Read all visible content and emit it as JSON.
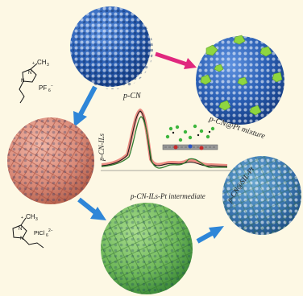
{
  "labels": {
    "pcn": "p-CN",
    "pcn_pt_mixture": "p-CN@Pt mixture",
    "pcn_ils": "p-CN-ILs",
    "pcn_ils_pt_intermediate": "p-CN-ILs-Pt intermediate",
    "pcn_sil_pt": "p-CN@SIL-Pt"
  },
  "molecules": {
    "top": {
      "cation_methyl": "CH",
      "cation_methyl_sub": "3",
      "cation_charge": "+",
      "nitrogen_1": "N",
      "nitrogen_2": "N",
      "anion": "PF",
      "anion_sub": "6",
      "anion_charge": "−"
    },
    "bottom": {
      "cation_methyl": "CH",
      "cation_methyl_sub": "3",
      "cation_charge": "+",
      "nitrogen_1": "N",
      "nitrogen_2": "N",
      "anion": "PtCl",
      "anion_sub": "6",
      "anion_charge": "2−"
    }
  },
  "colors": {
    "background": "#fdf8e4",
    "sphere_blue": "#2a63b6",
    "ils_coating": "#d98a78",
    "pt_green": "#7fbf6a",
    "arrow_magenta": "#e0287e",
    "arrow_blue": "#2e86d8",
    "curve_red": "#e87a72",
    "curve_dark": "#1a1a1a",
    "curve_green": "#2f7a2f"
  },
  "icons": [
    "right-arrow-icon",
    "down-arrow-icon",
    "imidazolium-structure-icon",
    "porous-sphere-icon"
  ]
}
